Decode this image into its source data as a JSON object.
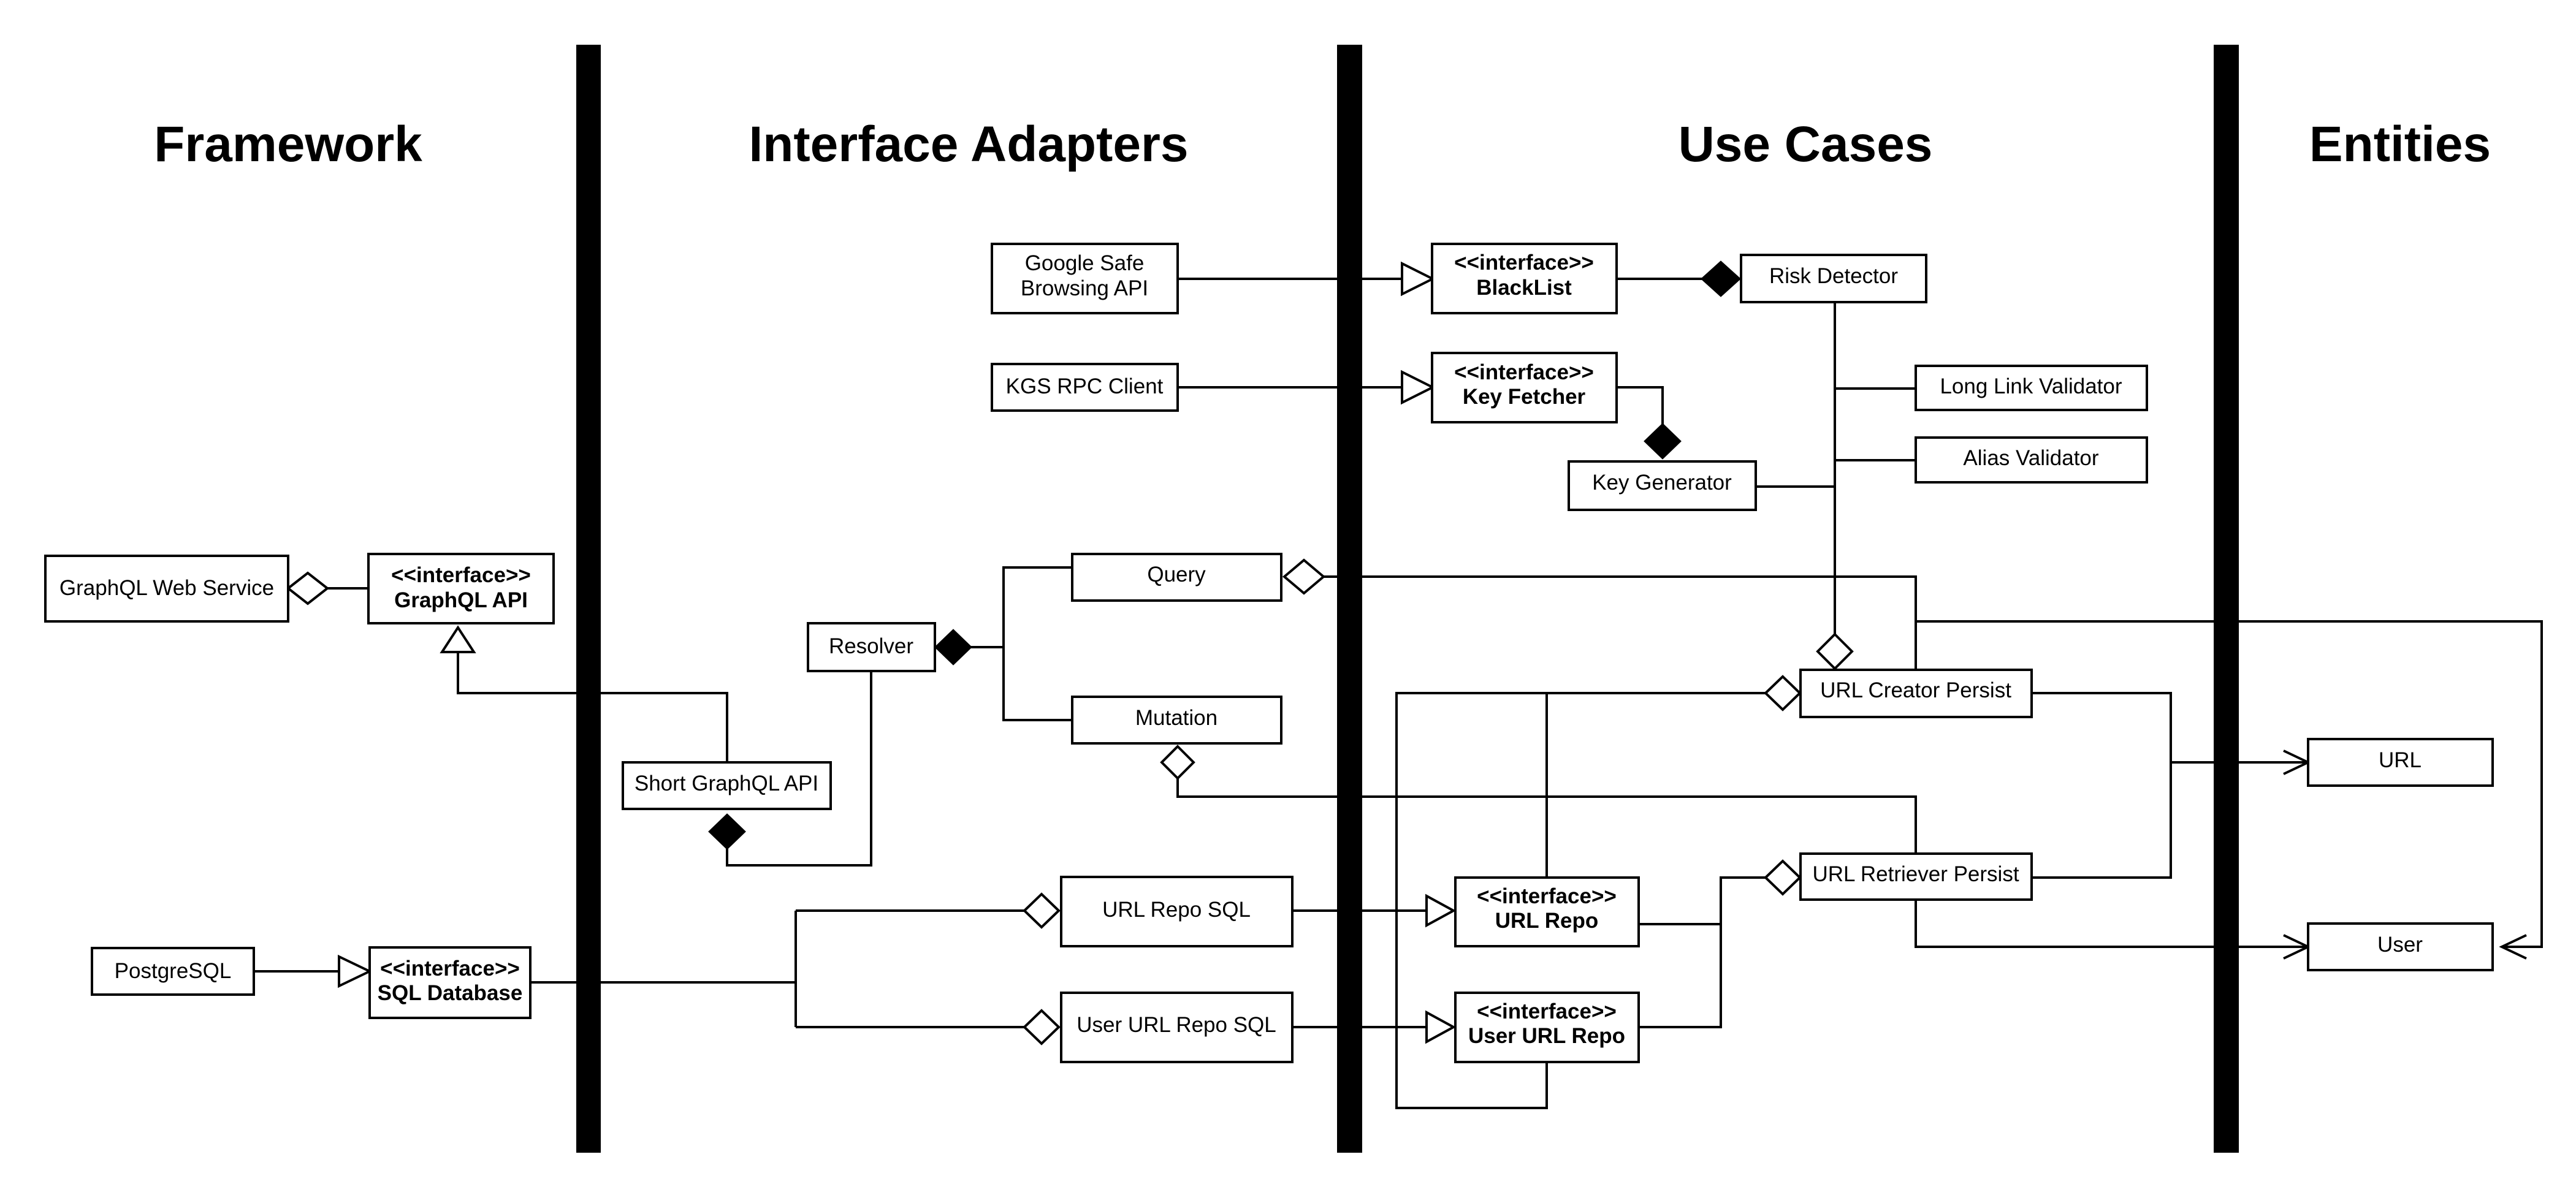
{
  "layers": {
    "framework": "Framework",
    "interface_adapters": "Interface Adapters",
    "use_cases": "Use Cases",
    "entities": "Entities"
  },
  "stereotype": "<<interface>>",
  "boxes": {
    "graphql_web_service": "GraphQL Web Service",
    "graphql_api": "GraphQL API",
    "postgresql": "PostgreSQL",
    "sql_database": "SQL Database",
    "google_safe_1": "Google Safe",
    "google_safe_2": "Browsing API",
    "kgs_rpc_client": "KGS RPC Client",
    "resolver": "Resolver",
    "query": "Query",
    "mutation": "Mutation",
    "short_graphql_api": "Short GraphQL API",
    "url_repo_sql": "URL Repo SQL",
    "user_url_repo_sql": "User URL Repo SQL",
    "blacklist": "BlackList",
    "key_fetcher": "Key Fetcher",
    "risk_detector": "Risk Detector",
    "long_link_validator": "Long Link Validator",
    "alias_validator": "Alias Validator",
    "key_generator": "Key Generator",
    "url_creator_persist": "URL Creator Persist",
    "url_retriever_persist": "URL Retriever Persist",
    "url_repo": "URL Repo",
    "user_url_repo": "User URL Repo",
    "url": "URL",
    "user": "User"
  }
}
